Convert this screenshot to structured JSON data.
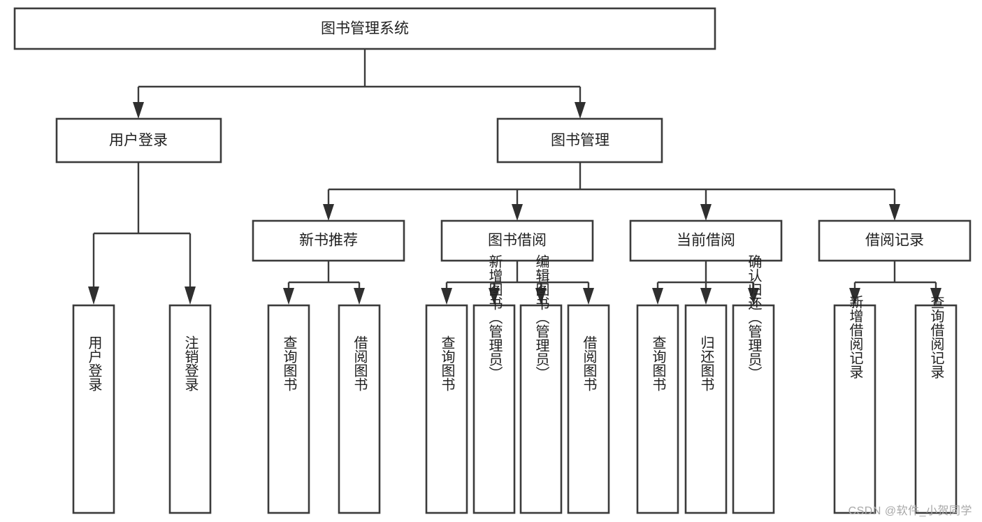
{
  "diagram": {
    "type": "tree-hierarchy",
    "title": "图书管理系统",
    "orientation": "top-down",
    "colors": {
      "box_stroke": "#3b3b3b",
      "box_fill": "#ffffff",
      "line": "#3b3b3b",
      "text": "#1f1f1f",
      "watermark": "#a8a8a8",
      "background": "#ffffff"
    },
    "root": {
      "id": "root",
      "label": "图书管理系统"
    },
    "level2": [
      {
        "id": "user-login",
        "label": "用户登录"
      },
      {
        "id": "book-manage",
        "label": "图书管理"
      }
    ],
    "level3": [
      {
        "id": "new-book-recommend",
        "label": "新书推荐",
        "parent": "book-manage"
      },
      {
        "id": "book-borrow",
        "label": "图书借阅",
        "parent": "book-manage"
      },
      {
        "id": "current-borrow",
        "label": "当前借阅",
        "parent": "book-manage"
      },
      {
        "id": "borrow-record",
        "label": "借阅记录",
        "parent": "book-manage"
      }
    ],
    "leaves": [
      {
        "id": "leaf-user-login",
        "label": "用户登录",
        "parent": "user-login"
      },
      {
        "id": "leaf-logout",
        "label": "注销登录",
        "parent": "user-login"
      },
      {
        "id": "leaf-query-book-1",
        "label": "查询图书",
        "parent": "new-book-recommend"
      },
      {
        "id": "leaf-borrow-book-1",
        "label": "借阅图书",
        "parent": "new-book-recommend"
      },
      {
        "id": "leaf-query-book-2",
        "label": "查询图书",
        "parent": "book-borrow"
      },
      {
        "id": "leaf-add-book",
        "label": "新增图书（管理员）",
        "parent": "book-borrow"
      },
      {
        "id": "leaf-edit-book",
        "label": "编辑图书（管理员）",
        "parent": "book-borrow"
      },
      {
        "id": "leaf-borrow-book-2",
        "label": "借阅图书",
        "parent": "book-borrow"
      },
      {
        "id": "leaf-query-book-3",
        "label": "查询图书",
        "parent": "current-borrow"
      },
      {
        "id": "leaf-return-book",
        "label": "归还图书",
        "parent": "current-borrow"
      },
      {
        "id": "leaf-confirm-return",
        "label": "确认归还（管理员）",
        "parent": "current-borrow"
      },
      {
        "id": "leaf-add-record",
        "label": "新增借阅记录",
        "parent": "borrow-record"
      },
      {
        "id": "leaf-query-record",
        "label": "查询借阅记录",
        "parent": "borrow-record"
      }
    ],
    "watermark": "CSDN @软件_小贺同学"
  }
}
